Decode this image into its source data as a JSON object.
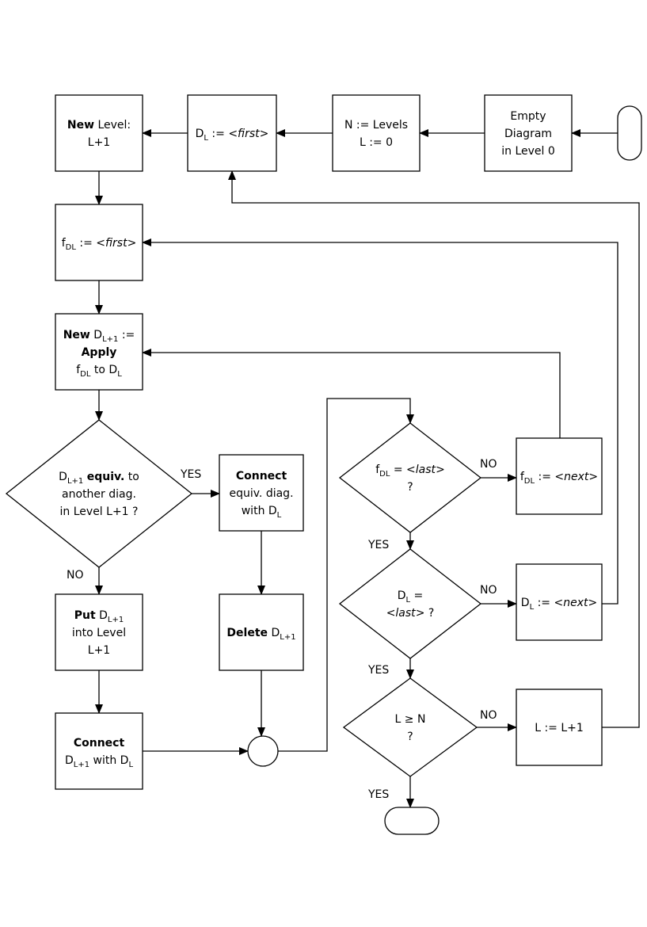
{
  "nodes": {
    "start": {
      "kind": "terminator"
    },
    "empty": {
      "lines": [
        [
          {
            "t": "Empty"
          }
        ],
        [
          {
            "t": "Diagram"
          }
        ],
        [
          {
            "t": "in Level 0"
          }
        ]
      ]
    },
    "init": {
      "lines": [
        [
          {
            "t": "N := Levels"
          }
        ],
        [
          {
            "t": "L := 0"
          }
        ]
      ]
    },
    "dl_first": {
      "lines": [
        [
          {
            "t": "D"
          },
          {
            "t": "L",
            "sub": true
          },
          {
            "t": " := <"
          },
          {
            "t": "first",
            "i": true
          },
          {
            "t": ">"
          }
        ]
      ]
    },
    "new_level": {
      "lines": [
        [
          {
            "t": "New",
            "b": true
          },
          {
            "t": " Level:"
          }
        ],
        [
          {
            "t": "L+1"
          }
        ]
      ]
    },
    "f_first": {
      "lines": [
        [
          {
            "t": "f"
          },
          {
            "t": "DL",
            "sub": true
          },
          {
            "t": " := <"
          },
          {
            "t": "first",
            "i": true
          },
          {
            "t": ">"
          }
        ]
      ]
    },
    "apply": {
      "lines": [
        [
          {
            "t": "New",
            "b": true
          },
          {
            "t": " D"
          },
          {
            "t": "L+1",
            "sub": true
          },
          {
            "t": " :="
          }
        ],
        [
          {
            "t": "Apply",
            "b": true
          }
        ],
        [
          {
            "t": "f"
          },
          {
            "t": "DL",
            "sub": true
          },
          {
            "t": " to D"
          },
          {
            "t": "L",
            "sub": true
          }
        ]
      ]
    },
    "equiv": {
      "lines": [
        [
          {
            "t": "D"
          },
          {
            "t": "L+1",
            "sub": true
          },
          {
            "t": " "
          },
          {
            "t": "equiv.",
            "b": true
          },
          {
            "t": " to"
          }
        ],
        [
          {
            "t": "another diag."
          }
        ],
        [
          {
            "t": "in Level L+1 ?"
          }
        ]
      ]
    },
    "connect_equiv": {
      "lines": [
        [
          {
            "t": "Connect",
            "b": true
          }
        ],
        [
          {
            "t": "equiv. diag."
          }
        ],
        [
          {
            "t": "with D"
          },
          {
            "t": "L",
            "sub": true
          }
        ]
      ]
    },
    "put": {
      "lines": [
        [
          {
            "t": "Put",
            "b": true
          },
          {
            "t": " D"
          },
          {
            "t": "L+1",
            "sub": true
          }
        ],
        [
          {
            "t": "into Level"
          }
        ],
        [
          {
            "t": "L+1"
          }
        ]
      ]
    },
    "delete": {
      "lines": [
        [
          {
            "t": "Delete",
            "b": true
          },
          {
            "t": " D"
          },
          {
            "t": "L+1",
            "sub": true
          }
        ]
      ]
    },
    "connect": {
      "lines": [
        [
          {
            "t": "Connect",
            "b": true
          }
        ],
        [
          {
            "t": "D"
          },
          {
            "t": "L+1",
            "sub": true
          },
          {
            "t": " with D"
          },
          {
            "t": "L",
            "sub": true
          }
        ]
      ]
    },
    "merge": {
      "kind": "junction"
    },
    "f_last": {
      "lines": [
        [
          {
            "t": "f"
          },
          {
            "t": "DL",
            "sub": true
          },
          {
            "t": " = <"
          },
          {
            "t": "last",
            "i": true
          },
          {
            "t": ">"
          }
        ],
        [
          {
            "t": "?"
          }
        ]
      ]
    },
    "f_next": {
      "lines": [
        [
          {
            "t": "f"
          },
          {
            "t": "DL",
            "sub": true
          },
          {
            "t": " := <"
          },
          {
            "t": "next",
            "i": true
          },
          {
            "t": ">"
          }
        ]
      ]
    },
    "d_last": {
      "lines": [
        [
          {
            "t": "D"
          },
          {
            "t": "L",
            "sub": true
          },
          {
            "t": " ="
          }
        ],
        [
          {
            "t": "<"
          },
          {
            "t": "last",
            "i": true
          },
          {
            "t": "> ?"
          }
        ]
      ]
    },
    "d_next": {
      "lines": [
        [
          {
            "t": "D"
          },
          {
            "t": "L",
            "sub": true
          },
          {
            "t": " := <"
          },
          {
            "t": "next",
            "i": true
          },
          {
            "t": ">"
          }
        ]
      ]
    },
    "l_ge_n": {
      "lines": [
        [
          {
            "t": "L ≥ N"
          }
        ],
        [
          {
            "t": "?"
          }
        ]
      ]
    },
    "l_inc": {
      "lines": [
        [
          {
            "t": "L := L+1"
          }
        ]
      ]
    },
    "end": {
      "kind": "terminator"
    }
  },
  "edge_labels": {
    "equiv_yes": "YES",
    "equiv_no": "NO",
    "f_last_no": "NO",
    "f_last_yes": "YES",
    "d_last_no": "NO",
    "d_last_yes": "YES",
    "l_ge_n_no": "NO",
    "l_ge_n_yes": "YES"
  }
}
